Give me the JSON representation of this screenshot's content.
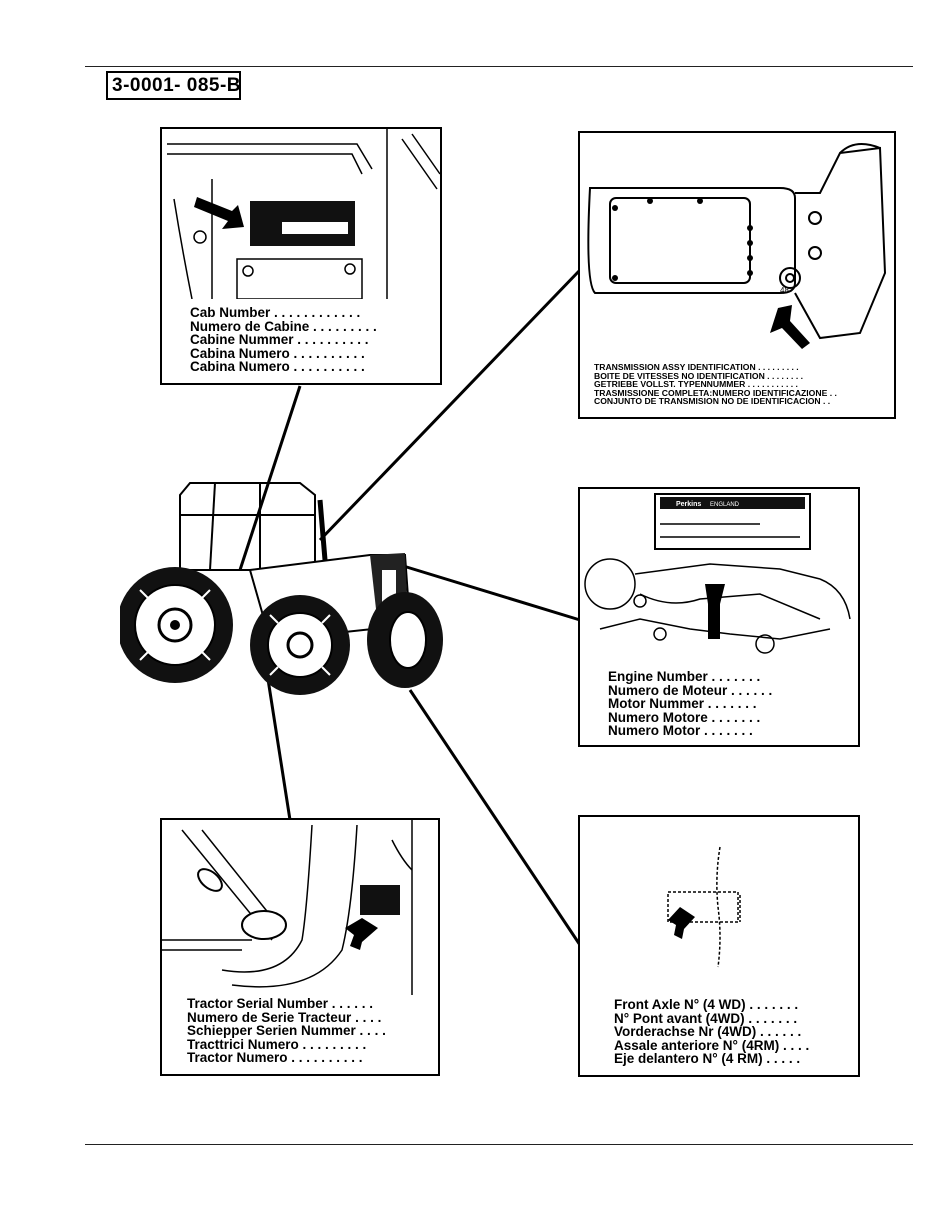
{
  "document": {
    "code": "3-0001- 085-B"
  },
  "panels": {
    "cab": {
      "lines": [
        "Cab Number . . . . . . . . . . . .",
        "Numero de Cabine . . . . . . . . .",
        "Cabine Nummer . . . . . . . . . .",
        "Cabina Numero . . . . . . . . . .",
        "Cabina Numero . . . . . . . . . ."
      ]
    },
    "transmission": {
      "lines": [
        "TRANSMISSION ASSY IDENTIFICATION . . . . . . . . .",
        "BOITE DE VITESSES NO IDENTIFICATION . . . . . . . .",
        "GETRIEBE VOLLST. TYPENNUMMER . . . . . . . . . . .",
        "TRASMISSIONE COMPLETA:NUMERO IDENTIFICAZIONE . .",
        "CONJUNTO DE TRANSMISION NO DE IDENTIFICACION . ."
      ],
      "plate_text": "48"
    },
    "engine": {
      "lines": [
        "Engine Number . . . . . . .",
        "Numero de Moteur . . . . . .",
        "Motor Nummer . . . . . . .",
        "Numero Motore . . . . . . .",
        "Numero Motor . . . . . . ."
      ],
      "plate_brand": "Perkins",
      "plate_origin": "ENGLAND"
    },
    "serial": {
      "lines": [
        "Tractor Serial Number . . . . . .",
        "Numero de Serie Tracteur . . . .",
        "Schiepper Serien Nummer . . . .",
        "Tracttrici Numero . . . . . . . . .",
        "Tractor Numero . . . . . . . . . ."
      ]
    },
    "axle": {
      "lines": [
        "Front Axle N° (4 WD) . . . . . . .",
        "N° Pont avant (4WD) . . . . . . .",
        "Vorderachse Nr (4WD) . . . . . .",
        "Assale anteriore N° (4RM) . . . .",
        "Eje delantero N° (4 RM) . . . . ."
      ]
    }
  }
}
